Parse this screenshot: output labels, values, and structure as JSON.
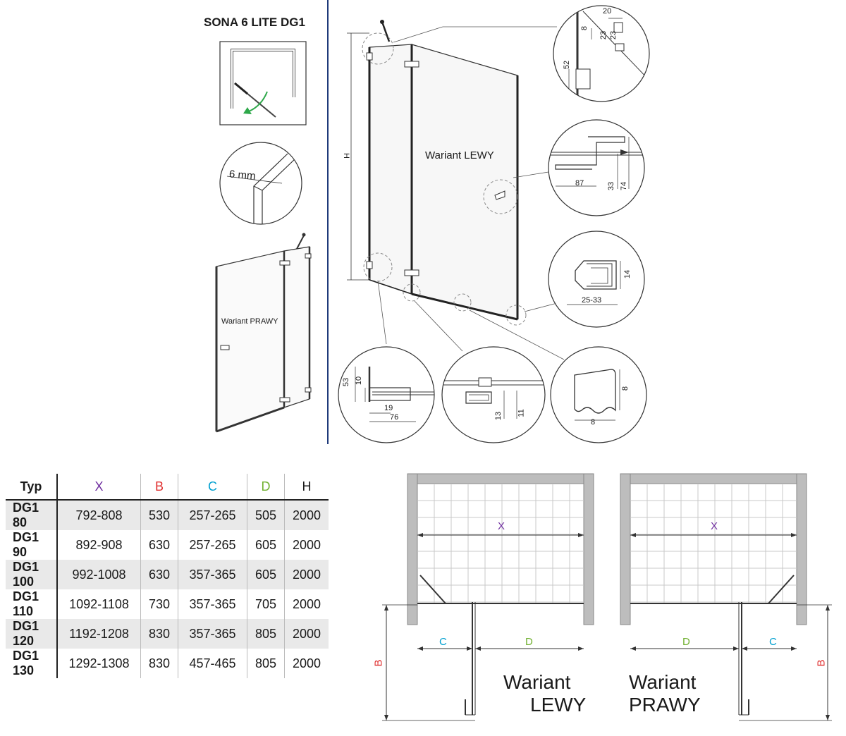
{
  "product_title": "SONA 6 LITE DG1",
  "glass_thickness_label": "6 mm",
  "variants": {
    "left_on_drawing": "Wariant LEWY",
    "right_on_drawing": "Wariant PRAWY",
    "left_plan_line1": "Wariant",
    "left_plan_line2": "LEWY",
    "right_plan_line1": "Wariant",
    "right_plan_line2": "PRAWY"
  },
  "height_label": "H",
  "details": {
    "top_hinge": {
      "d1": "20",
      "d2": "8",
      "d3": "23",
      "d4": "23",
      "d5": "52"
    },
    "handle": {
      "d1": "87",
      "d2": "33",
      "d3": "74"
    },
    "gasket_profile": {
      "d1": "14",
      "d2": "25-33"
    },
    "bottom_bracket": {
      "d1": "53",
      "d2": "10",
      "d3": "19",
      "d4": "76"
    },
    "bottom_seal": {
      "d1": "13",
      "d2": "11"
    },
    "drip_seal": {
      "d1": "8",
      "d2": "8"
    }
  },
  "plan_labels": {
    "x": "X",
    "b": "B",
    "c": "C",
    "d": "D"
  },
  "colors": {
    "x": "#7030a0",
    "b": "#e03030",
    "c": "#00a0d0",
    "d": "#70b030",
    "wall": "#bdbdbd",
    "grid": "#c8c8c8",
    "divider": "#1f3a7a"
  },
  "table": {
    "headers": [
      {
        "label": "Typ"
      },
      {
        "label": "X"
      },
      {
        "label": "B"
      },
      {
        "label": "C"
      },
      {
        "label": "D"
      },
      {
        "label": "H"
      }
    ],
    "rows": [
      {
        "typ": "DG1 80",
        "x": "792-808",
        "b": "530",
        "c": "257-265",
        "d": "505",
        "h": "2000"
      },
      {
        "typ": "DG1 90",
        "x": "892-908",
        "b": "630",
        "c": "257-265",
        "d": "605",
        "h": "2000"
      },
      {
        "typ": "DG1 100",
        "x": "992-1008",
        "b": "630",
        "c": "357-365",
        "d": "605",
        "h": "2000"
      },
      {
        "typ": "DG1 110",
        "x": "1092-1108",
        "b": "730",
        "c": "357-365",
        "d": "705",
        "h": "2000"
      },
      {
        "typ": "DG1 120",
        "x": "1192-1208",
        "b": "830",
        "c": "357-365",
        "d": "805",
        "h": "2000"
      },
      {
        "typ": "DG1 130",
        "x": "1292-1308",
        "b": "830",
        "c": "457-465",
        "d": "805",
        "h": "2000"
      }
    ]
  }
}
